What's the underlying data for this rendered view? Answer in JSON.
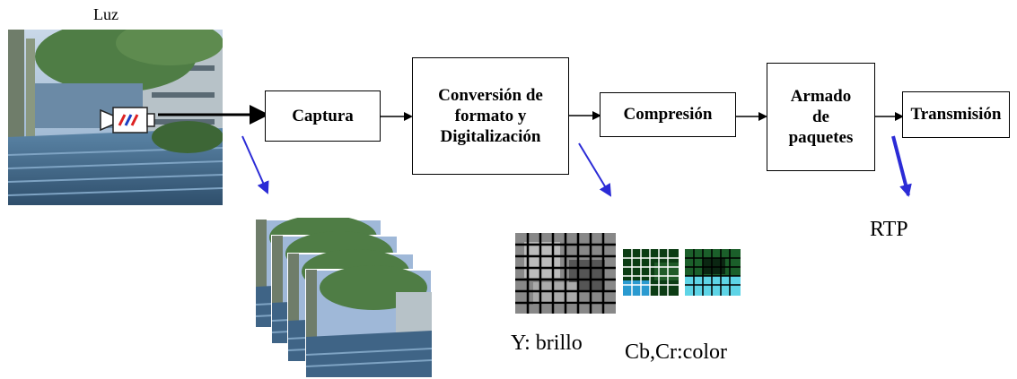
{
  "labels": {
    "light": "Luz",
    "rtp": "RTP",
    "luma": "Y: brillo",
    "chroma": "Cb,Cr:color"
  },
  "stages": [
    {
      "id": "capture",
      "label": "Captura"
    },
    {
      "id": "conversion",
      "label": "Conversión de\nformato y\nDigitalización"
    },
    {
      "id": "compression",
      "label": "Compresión"
    },
    {
      "id": "packets",
      "label": "Armado\nde\npaquetes"
    },
    {
      "id": "transmission",
      "label": "Transmisión"
    }
  ],
  "colors": {
    "flow_arrows": "#000000",
    "output_arrows": "#2b2bd6",
    "sky": "#9fb8d8",
    "foliage": "#3f6b3a",
    "pavement": "#4a6f8f"
  },
  "icons": [
    "video-camera-icon"
  ]
}
